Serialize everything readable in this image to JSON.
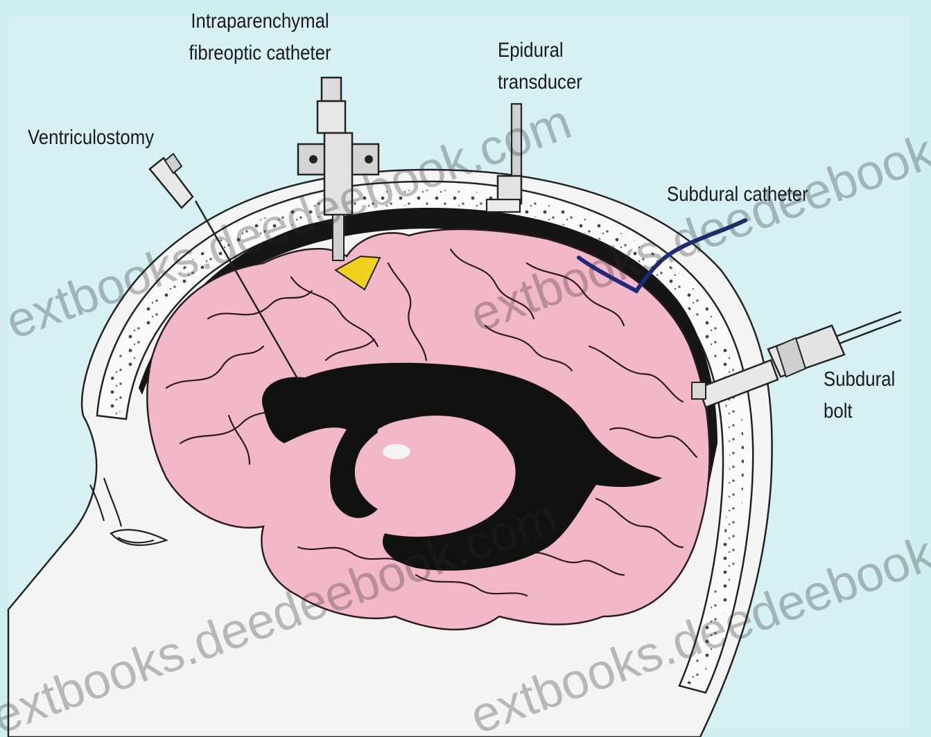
{
  "labels": {
    "intraparenchymal_line1": "Intraparenchymal",
    "intraparenchymal_line2": "fibreoptic catheter",
    "epidural_line1": "Epidural",
    "epidural_line2": "transducer",
    "ventriculostomy": "Ventriculostomy",
    "subdural_catheter": "Subdural catheter",
    "subdural_bolt_line1": "Subdural",
    "subdural_bolt_line2": "bolt"
  },
  "watermark": {
    "text": "extbooks.deedeebook.com"
  },
  "colors": {
    "background": "#cfeff0",
    "skin": "#f3f3f3",
    "brain": "#f2b8c8",
    "brain_fold": "#2a1a22",
    "ventricle": "#111111",
    "skull": "#fafafa",
    "subdural_catheter": "#1f2a7a",
    "yellow_tip": "#f0d21e",
    "outline": "#222222"
  },
  "icons": {
    "ventriculostomy_device": "needle-syringe-icon",
    "intraparenchymal_device": "fibreoptic-catheter-icon",
    "epidural_device": "transducer-icon",
    "subdural_bolt_device": "bolt-icon"
  }
}
